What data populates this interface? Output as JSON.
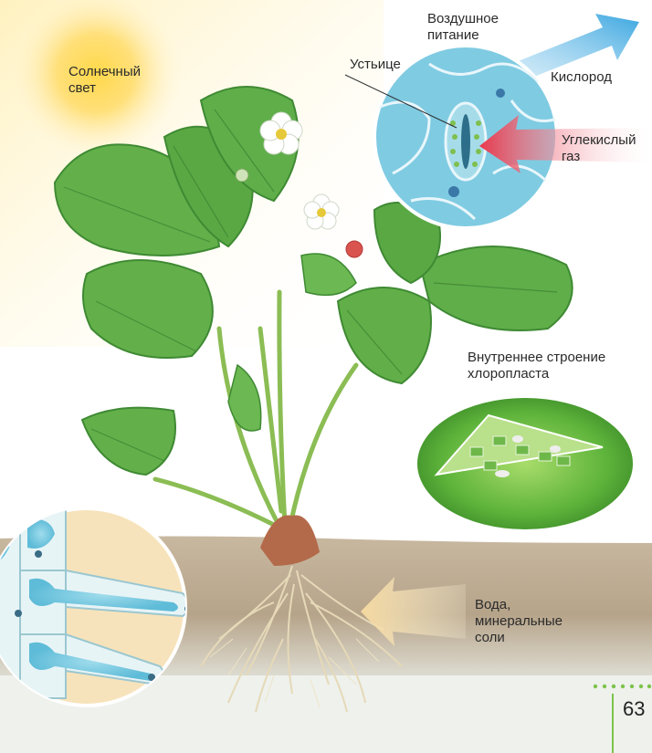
{
  "labels": {
    "sunlight": "Солнечный свет",
    "air_nutrition": "Воздушное питание",
    "stoma": "Устьице",
    "oxygen": "Кислород",
    "carbon_dioxide": "Углекислый газ",
    "chloroplast": "Внутреннее строение хлоропласта",
    "water_minerals": "Вода, минеральные соли"
  },
  "page_number": "63",
  "colors": {
    "sun": "#ffd84a",
    "leaf": "#5fae4a",
    "leaf_dark": "#3f8a33",
    "oxygen_arrow": "#4fb3e6",
    "co2_arrow": "#e94a5a",
    "soil": "#b7a58d",
    "page_accent": "#7cc34a"
  }
}
